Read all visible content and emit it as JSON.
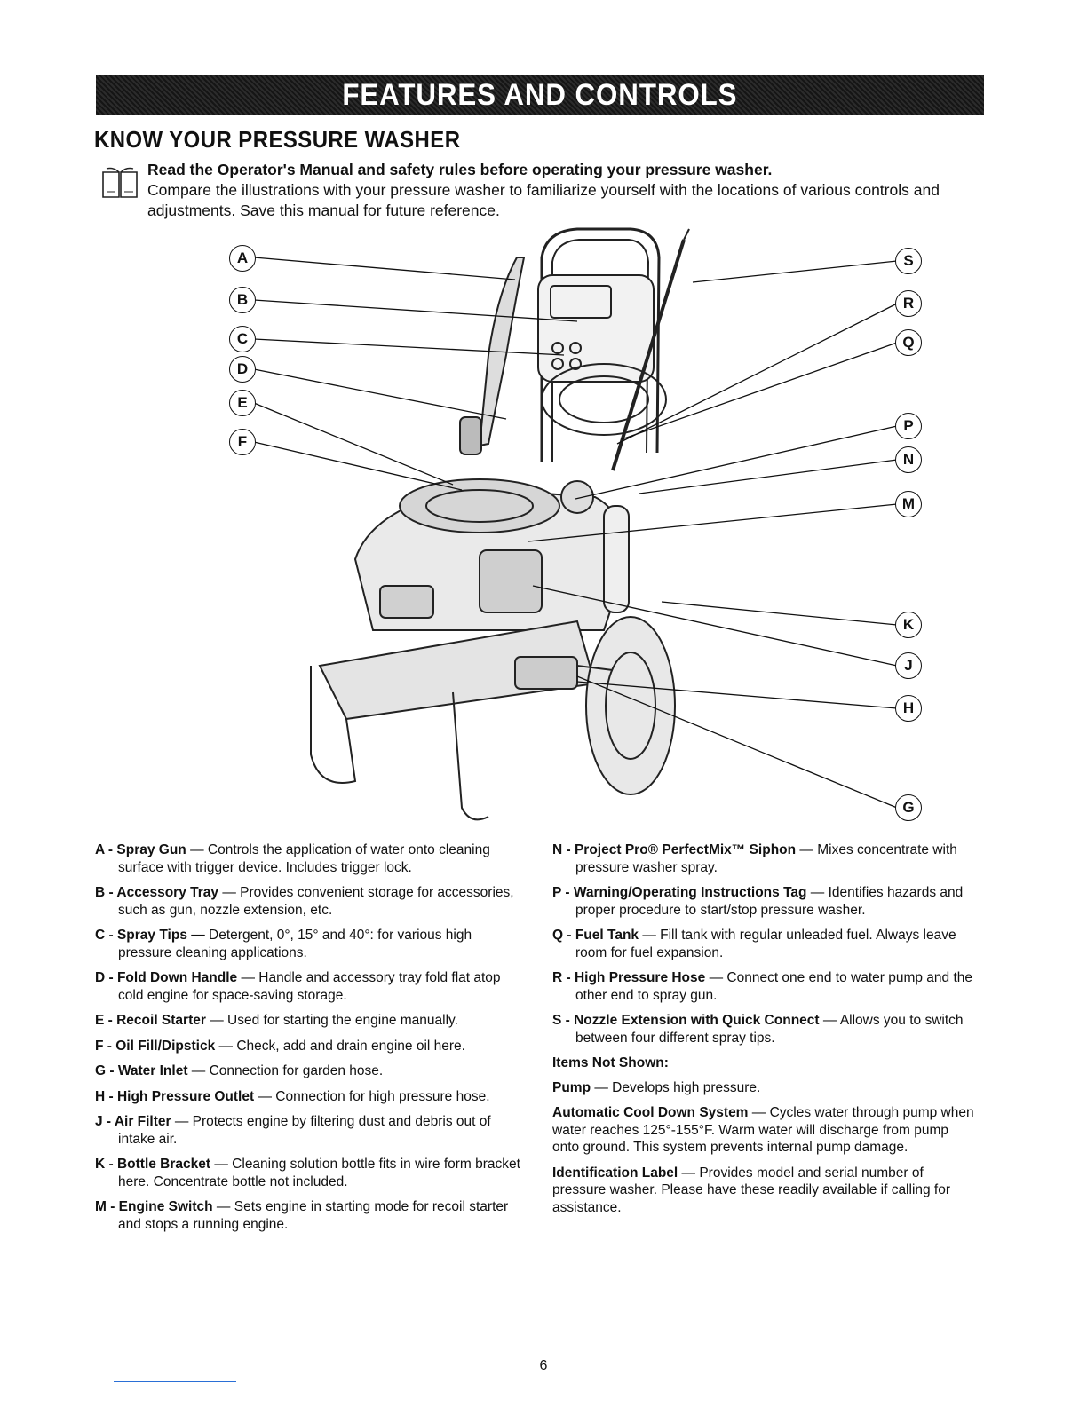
{
  "banner": {
    "title": "FEATURES AND CONTROLS"
  },
  "section_title": "KNOW YOUR PRESSURE WASHER",
  "intro": {
    "bold": "Read the Operator's Manual and safety rules before operating your pressure washer.",
    "text": "Compare the illustrations with your pressure washer to familiarize yourself with the locations of various controls and adjustments. Save this manual for future reference."
  },
  "callouts": {
    "left": [
      "A",
      "B",
      "C",
      "D",
      "E",
      "F"
    ],
    "right": [
      "S",
      "R",
      "Q",
      "P",
      "N",
      "M",
      "K",
      "J",
      "H",
      "G"
    ]
  },
  "left_items": [
    {
      "label": "A - Spray Gun",
      "text": " — Controls the application of water onto cleaning surface with trigger device. Includes trigger lock."
    },
    {
      "label": "B - Accessory Tray",
      "text": " — Provides convenient storage for accessories, such as gun, nozzle extension, etc."
    },
    {
      "label": "C - Spray Tips —",
      "text": " Detergent, 0°, 15° and 40°: for various high pressure cleaning applications."
    },
    {
      "label": "D - Fold Down Handle",
      "text": " — Handle and accessory tray fold flat atop cold engine for space-saving storage."
    },
    {
      "label": "E - Recoil Starter",
      "text": " — Used for starting the engine manually."
    },
    {
      "label": "F - Oil Fill/Dipstick",
      "text": " — Check, add and drain engine oil here."
    },
    {
      "label": "G - Water Inlet",
      "text": " — Connection for garden hose."
    },
    {
      "label": "H - High Pressure Outlet",
      "text": " — Connection for high pressure hose."
    },
    {
      "label": "J - Air Filter",
      "text": " — Protects engine by filtering dust and debris out of intake air."
    },
    {
      "label": "K - Bottle Bracket",
      "text": " — Cleaning solution bottle fits in wire form bracket here. Concentrate bottle not included."
    },
    {
      "label": "M - Engine Switch",
      "text": " — Sets engine in starting mode for recoil starter and stops a running engine."
    }
  ],
  "right_items": [
    {
      "label": "N - Project Pro® PerfectMix™ Siphon",
      "text": " — Mixes concentrate with pressure washer spray."
    },
    {
      "label": "P - Warning/Operating Instructions Tag",
      "text": " — Identifies hazards and proper procedure to start/stop pressure washer."
    },
    {
      "label": "Q - Fuel Tank",
      "text": " — Fill tank with regular unleaded fuel. Always leave room for fuel expansion."
    },
    {
      "label": "R - High Pressure Hose",
      "text": " — Connect one end to water pump and the other end to spray gun."
    },
    {
      "label": "S - Nozzle Extension with Quick Connect",
      "text": " — Allows you to switch between four different spray tips."
    }
  ],
  "not_shown": {
    "heading": "Items Not Shown:",
    "items": [
      {
        "label": "Pump",
        "text": " — Develops high pressure."
      },
      {
        "label": "Automatic Cool Down System",
        "text": " — Cycles water through pump when water reaches 125°-155°F. Warm water will discharge from pump onto ground. This system prevents internal pump damage."
      },
      {
        "label": "Identification Label",
        "text": " — Provides model and serial number of pressure washer. Please have these readily available if calling for assistance."
      }
    ]
  },
  "page_number": "6"
}
